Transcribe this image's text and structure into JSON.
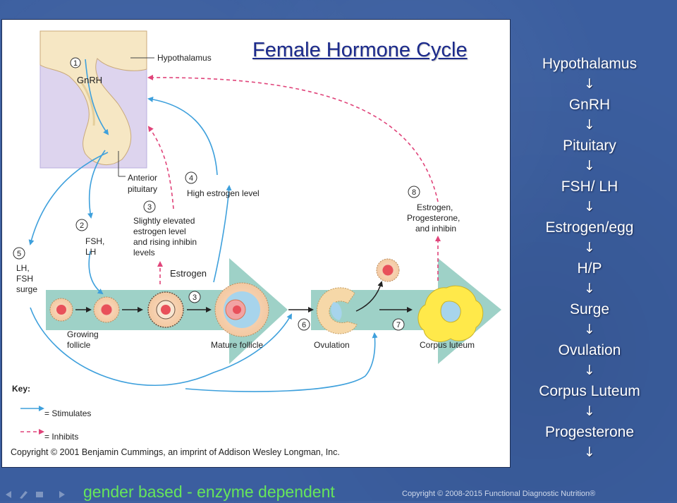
{
  "diagram": {
    "title": "Female Hormone Cycle",
    "labels": {
      "hypothalamus": "Hypothalamus",
      "gnrh": "GnRH",
      "anterior_pituitary_1": "Anterior",
      "anterior_pituitary_2": "pituitary",
      "step1": "1",
      "step2": "2",
      "step3": "3",
      "step3b": "3",
      "step4": "4",
      "step5": "5",
      "step6": "6",
      "step7": "7",
      "step8": "8",
      "fsh_lh_1": "FSH,",
      "fsh_lh_2": "LH",
      "lh_fsh_surge_1": "LH,",
      "lh_fsh_surge_2": "FSH",
      "lh_fsh_surge_3": "surge",
      "slightly_1": "Slightly elevated",
      "slightly_2": "estrogen level",
      "slightly_3": "and rising inhibin",
      "slightly_4": "levels",
      "high_estrogen": "High estrogen level",
      "estrogen": "Estrogen",
      "ep_1": "Estrogen,",
      "ep_2": "Progesterone,",
      "ep_3": "and inhibin",
      "growing_1": "Growing",
      "growing_2": "follicle",
      "mature": "Mature follicle",
      "ovulation": "Ovulation",
      "corpus_luteum": "Corpus luteum",
      "key": "Key:",
      "stimulates": "= Stimulates",
      "inhibits": "= Inhibits",
      "copyright": "Copyright © 2001 Benjamin Cummings, an imprint of Addison Wesley Longman, Inc."
    },
    "colors": {
      "stimulates": "#3ea0dc",
      "inhibits": "#e0447a",
      "brain_tissue": "#f6e7c4",
      "brain_background": "#ddd4ee",
      "big_arrow": "#9ed1c7",
      "follicle_center": "#e8505a",
      "corpus_luteum": "#ffe94a"
    }
  },
  "flow": {
    "items": [
      "Hypothalamus",
      "GnRH",
      "Pituitary",
      "FSH/ LH",
      "Estrogen/egg",
      "H/P",
      "Surge",
      "Ovulation",
      "Corpus Luteum",
      "Progesterone"
    ],
    "arrow": "↓"
  },
  "footer": {
    "caption": "gender based - enzyme dependent",
    "copyright": "Copyright © 2008-2015  Functional Diagnostic Nutrition®"
  }
}
